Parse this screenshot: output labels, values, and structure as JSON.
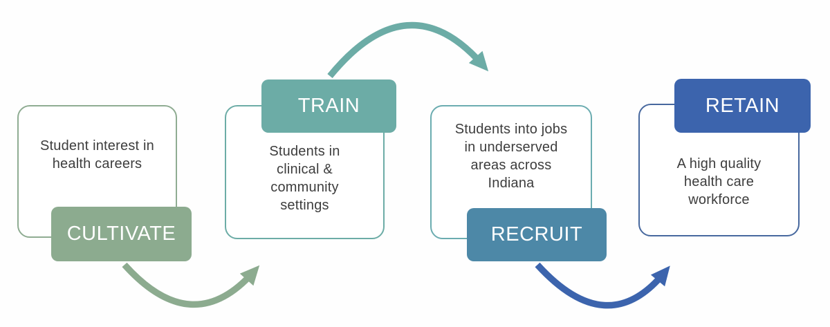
{
  "diagram": {
    "background_color": "#ffffff",
    "text_color": "#3d3d3d",
    "steps": [
      {
        "id": "cultivate",
        "label": "CULTIVATE",
        "description": "Student interest in\nhealth careers",
        "label_color": "#8cab8f",
        "card_border_color": "#8fac92",
        "label_position": "bottom"
      },
      {
        "id": "train",
        "label": "TRAIN",
        "description": "Students in\nclinical &\ncommunity\nsettings",
        "label_color": "#6caca6",
        "card_border_color": "#6caca6",
        "label_position": "top"
      },
      {
        "id": "recruit",
        "label": "RECRUIT",
        "description": "Students into jobs\nin underserved\nareas across\nIndiana",
        "label_color": "#4d88a7",
        "card_border_color": "#6bacb0",
        "label_position": "bottom"
      },
      {
        "id": "retain",
        "label": "RETAIN",
        "description": "A high quality\nhealth care\nworkforce",
        "label_color": "#3c64ad",
        "card_border_color": "#47689e",
        "label_position": "top"
      }
    ],
    "arrows": [
      {
        "name": "cultivate-to-train",
        "color": "#8cab8f",
        "shape": "swoop-under"
      },
      {
        "name": "train-to-recruit",
        "color": "#6caca6",
        "shape": "arc-over"
      },
      {
        "name": "recruit-to-retain",
        "color": "#3c64ad",
        "shape": "swoop-under"
      }
    ]
  }
}
